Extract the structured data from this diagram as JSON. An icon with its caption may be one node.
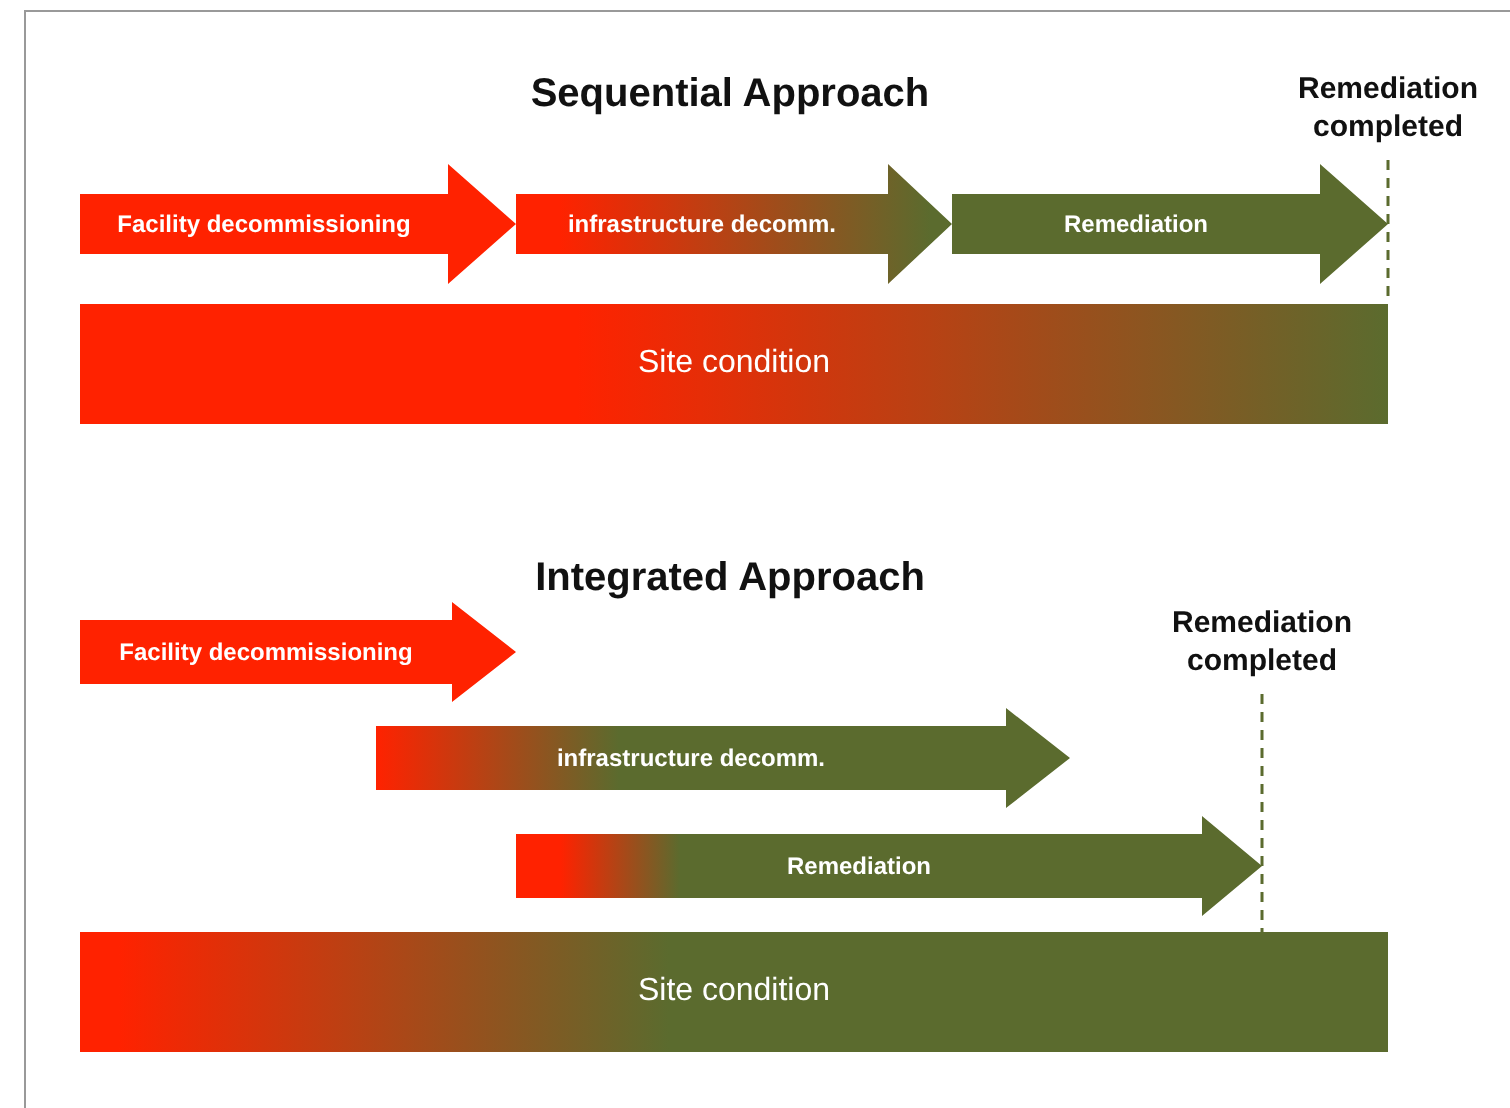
{
  "diagram": {
    "nodes": [
      {
        "text": [
          "Facility decommissioning"
        ]
      },
      {
        "text": [
          "infrastructure decomm."
        ]
      },
      {
        "text": [
          "Remediation"
        ]
      },
      {
        "text": [
          "Site condition"
        ]
      },
      {
        "text": [
          "Facility decommissioning"
        ]
      },
      {
        "text": [
          "infrastructure decomm."
        ]
      },
      {
        "text": [
          "Remediation"
        ]
      },
      {
        "text": [
          "Site condition"
        ]
      },
      {
        "text": [
          "Remediation completed"
        ]
      },
      {
        "text": [
          "Remediation completed"
        ]
      }
    ],
    "edges": [
      {
        "from": 8,
        "to": 3,
        "arrow": "none",
        "style": "dashed"
      },
      {
        "from": 9,
        "to": 7,
        "arrow": "none",
        "style": "dashed"
      }
    ],
    "labels": [
      "Sequential Approach",
      "Integrated Approach"
    ]
  }
}
